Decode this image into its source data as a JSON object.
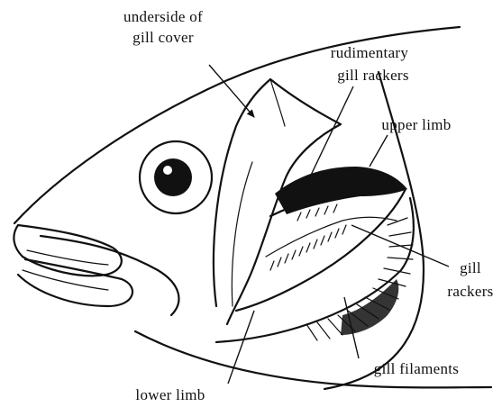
{
  "labels": {
    "underside_line1": "underside of",
    "underside_line2": "gill cover",
    "rudimentary_line1": "rudimentary",
    "rudimentary_line2": "gill rackers",
    "upper_limb": "upper limb",
    "gill_line1": "gill",
    "gill_line2": "rackers",
    "gill_filaments": "gill filaments",
    "lower_limb": "lower limb"
  }
}
